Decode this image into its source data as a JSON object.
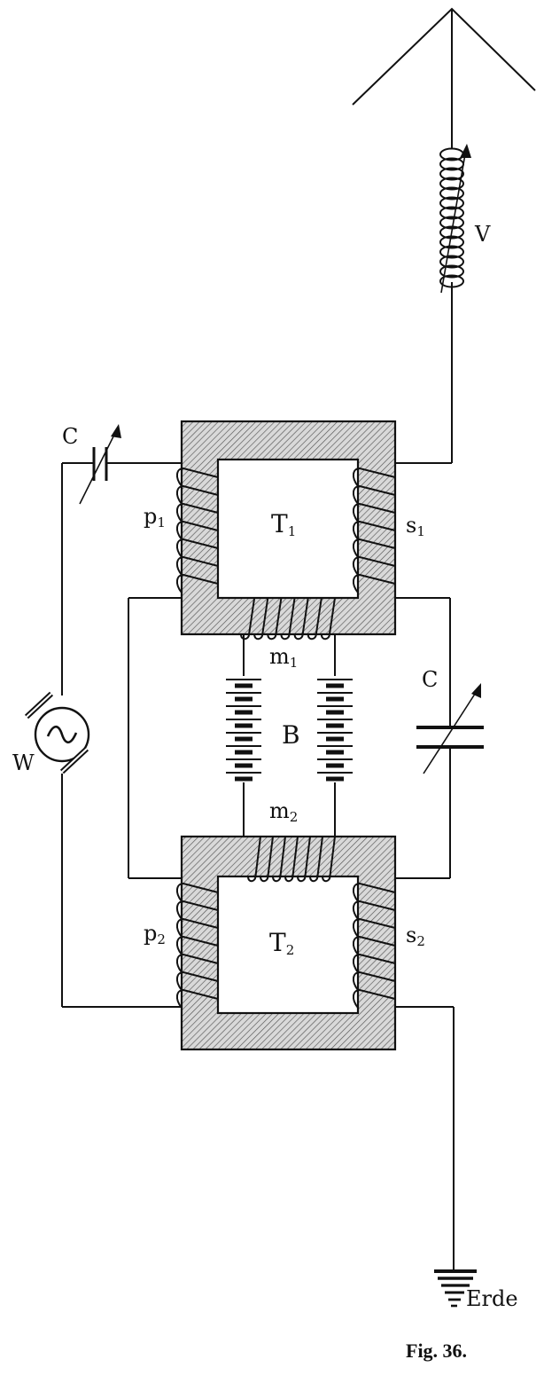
{
  "figure": {
    "caption": "Fig. 36."
  },
  "labels": {
    "variometer": "V",
    "capacitor_primary": "C",
    "capacitor_secondary": "C",
    "generator": "W",
    "battery": "B",
    "transformer_1": {
      "letter": "T",
      "index": "1"
    },
    "transformer_2": {
      "letter": "T",
      "index": "2"
    },
    "primary_1": {
      "letter": "p",
      "index": "1"
    },
    "primary_2": {
      "letter": "p",
      "index": "2"
    },
    "secondary_1": {
      "letter": "s",
      "index": "1"
    },
    "secondary_2": {
      "letter": "s",
      "index": "2"
    },
    "middle_1": {
      "letter": "m",
      "index": "1"
    },
    "middle_2": {
      "letter": "m",
      "index": "2"
    },
    "ground": "Erde"
  }
}
